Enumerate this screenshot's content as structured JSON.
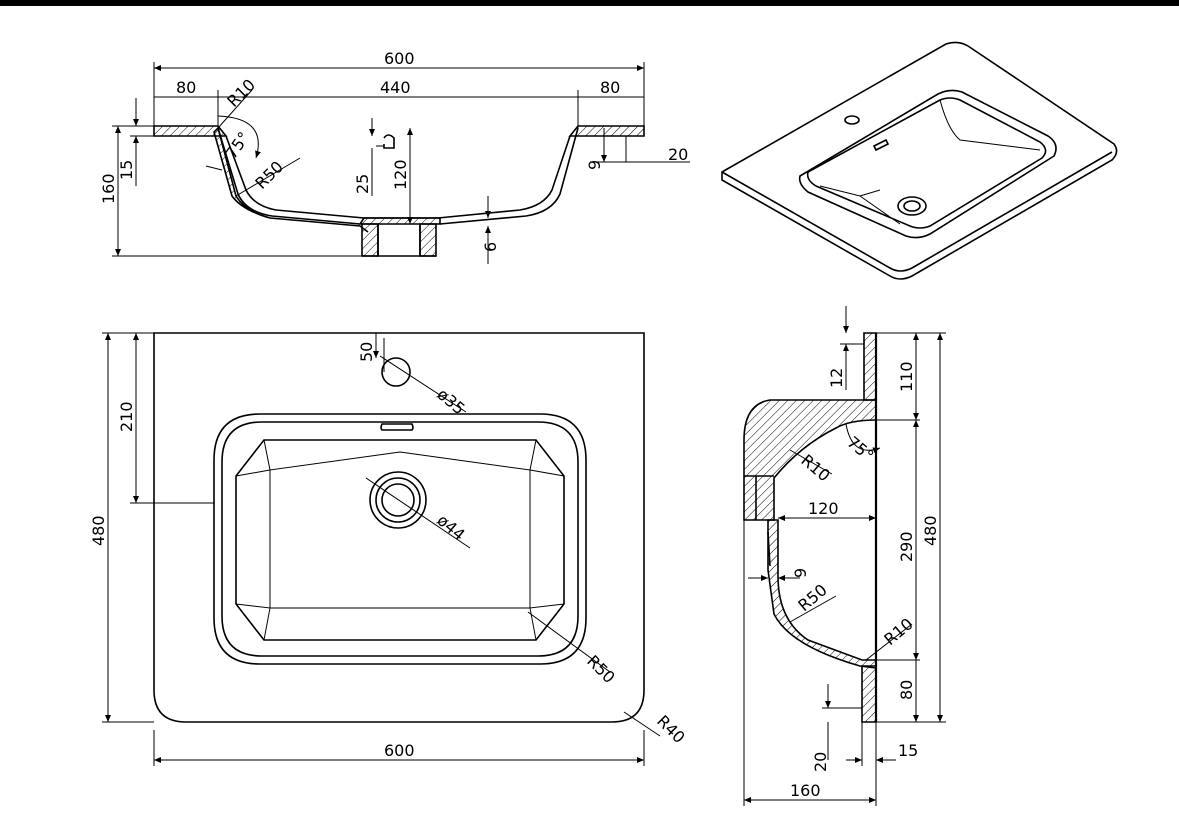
{
  "top_view": {
    "overall_width": "600",
    "left_margin": "80",
    "basin_width": "440",
    "right_margin": "80",
    "corner_radius": "R10",
    "wall_angle": "75°",
    "wall_radius": "R50",
    "total_height": "160",
    "deck_thickness": "15",
    "overflow_height": "25",
    "basin_depth": "120",
    "wall_thickness": "6",
    "side_thickness": "9",
    "rim_thickness": "20"
  },
  "plan_view": {
    "tap_offset": "50",
    "tap_hole": "ø35",
    "tap_to_basin": "210",
    "waste_hole": "ø44",
    "overall_depth": "480",
    "inner_radius": "R50",
    "outer_radius": "R40",
    "overall_width": "600"
  },
  "side_view": {
    "lip_depth": "12",
    "back_deck": "110",
    "wall_angle": "75°",
    "corner_radius": "R10",
    "basin_depth": "120",
    "basin_length": "290",
    "overall_depth": "480",
    "side_thickness": "9",
    "wall_radius": "R50",
    "bottom_radius": "R10",
    "front_deck": "80",
    "rim_height": "20",
    "deck_thickness": "15",
    "total_height": "160"
  }
}
